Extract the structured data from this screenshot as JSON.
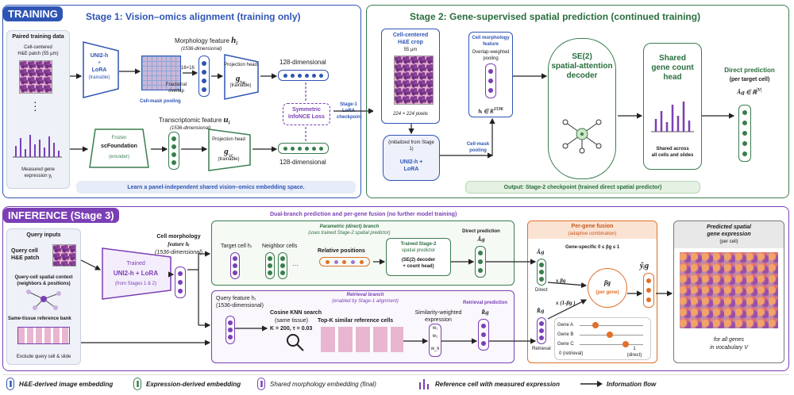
{
  "training": {
    "tag": "TRAINING",
    "stage1_title": "Stage 1: Vision–omics alignment (training only)",
    "paired_title": "Paired training data",
    "cell_patch": "Cell-centered",
    "cell_patch2": "H&E patch (55 μm)",
    "gene_expr": "Measured gene",
    "gene_expr2": "expression y",
    "gene_expr_sub": "i",
    "uni_label": "UNI2-h",
    "uni_plus": "+",
    "uni_lora": "LoRA",
    "uni_trainable": "(trainable)",
    "morph_feature": "Morphology feature",
    "morph_sym": "h",
    "morph_sub": "i",
    "morph_dim": "(1536-dimensional)",
    "grid_label": "16×16",
    "frac_overlap": "Fractional overlap",
    "cell_mask_pool": "Cell-mask pooling",
    "proj_head": "Projection head",
    "g_he": "g",
    "g_he_sub": "he",
    "proj_trainable": "(trainable)",
    "dim128_top": "128-dimensional",
    "dim128_bot": "128-dimensional",
    "loss1": "Symmetric",
    "loss2": "InfoNCE Loss",
    "transcript_feature": "Transcriptomic feature",
    "u_sym": "u",
    "u_sub": "i",
    "transcript_dim": "(1536-dimensional)",
    "frozen": "Frozen",
    "scfound": "scFoundation",
    "encoder": "(encoder)",
    "proj_head2": "Projection head",
    "g_sc": "g",
    "g_sc_sub": "sc",
    "proj_trainable2": "(trainable)",
    "footer": "Learn a panel-independent shared vision–omics embedding space.",
    "ckpt1": "Stage-1",
    "ckpt2": "LoRA",
    "ckpt3": "checkpoint"
  },
  "stage2": {
    "title": "Stage 2: Gene-supervised spatial prediction  (continued training)",
    "crop_title1": "Cell-centered",
    "crop_title2": "H&E crop",
    "crop_um": "55 μm",
    "crop_px": "224 × 224 pixels",
    "morph_feat1": "Cell morphology",
    "morph_feat2": "feature",
    "overlap1": "Overlap-weighted",
    "overlap2": "pooling",
    "h_dim": "hᵢ ∈ R",
    "h_dim_sup": "1536",
    "init": "(initialized from Stage 1)",
    "uni": "UNI2-h +",
    "lora": "LoRA",
    "mask_pool1": "Cell-mask",
    "mask_pool2": "pooling",
    "se2_1": "SE(2)",
    "se2_2": "spatial-attention",
    "se2_3": "decoder",
    "head1": "Shared",
    "head2": "gene count",
    "head3": "head",
    "shared1": "Shared across",
    "shared2": "all cells and slides",
    "direct1": "Direct prediction",
    "direct2": "(per target cell)",
    "direct_formula": "Âᵢg ∈ ℝ",
    "direct_sup": "|V|",
    "output": "Output: Stage-2 checkpoint (trained direct spatial predictor)"
  },
  "inference": {
    "tag": "INFERENCE (Stage 3)",
    "subtitle": "Dual-branch prediction and per-gene fusion (no further model training)",
    "query_inputs": "Query inputs",
    "query_cell1": "Query cell",
    "query_cell2": "H&E patch",
    "spatial1": "Query-cell spatial context",
    "spatial2": "(neighbors & positions)",
    "bank": "Same-tissue reference bank",
    "exclude": "Exclude query cell &  slide",
    "trained": "Trained",
    "uni_lora": "UNI2-h + LoRA",
    "from_stages": "(from Stages 1 & 2)",
    "cmf1": "Cell morphology",
    "cmf2": "feature hᵢ",
    "cmf3": "(1536-dimensional)",
    "param1": "Parametric (direct) branch",
    "param2": "(uses trained Stage-2 spatial predictor)",
    "target_cell": "Target cell hᵢ",
    "neighbor_cells": "Neighbor cells",
    "rel_pos": "Relative positions",
    "ts2_1": "Trained Stage-2",
    "ts2_2": "spatial predictor",
    "ts2_3": "(SE(2) decoder",
    "ts2_4": "+ count head)",
    "direct_pred": "Direct prediction",
    "direct_sym": "Âᵢg",
    "ret1": "Retrieval branch",
    "ret2": "(enabled by Stage-1 alignment)",
    "query_feat1": "Query feature hᵢ",
    "query_feat2": "(1536-dimensional)",
    "knn1": "Cosine KNN search",
    "knn2": "(same tissue)",
    "knn3": "K = 200, τ = 0.03",
    "topk": "Top-K similar reference cells",
    "sim1": "Similarity-weighted",
    "sim2": "expression",
    "w1": "w₁",
    "w2": "w₂",
    "wk": "w_k",
    "ret_pred": "Retrieval prediction",
    "ret_sym": "R̂ᵢg",
    "fusion1": "Per-gene fusion",
    "fusion2": "(adaptive combination)",
    "gene_spec": "Gene-specific    0 ≤ βg ≤ 1",
    "a_sym": "Âᵢg",
    "direct_lbl": "Direct",
    "x_beta": "x βg",
    "beta": "βg",
    "per_gene": "(per gene)",
    "x_1beta": "x (1-βg )",
    "r_sym": "R̂ᵢg",
    "retrieval_lbl": "Retrieval",
    "y_sym": "ŷᵢg",
    "gene_a": "Gene A",
    "gene_b": "Gene B",
    "gene_c": "Gene C",
    "scale0": "0 (retrieval)",
    "scale1": "1",
    "scale1b": "(direct)",
    "pred1": "Predicted spatial",
    "pred2": "gene expression",
    "pred3": "(per cell)",
    "all_genes1": "for all genes",
    "all_genes2": "in vocabulary V"
  },
  "legend": {
    "he_embed": "H&E-derived image embedding",
    "expr_embed": "Expression-derived embedding",
    "shared_embed": "Shared morphology embedding (final)",
    "ref_cell": "Reference cell with measured expression",
    "flow": "Information flow"
  },
  "colors": {
    "blue": "#2f55b4",
    "green": "#3a7d4f",
    "purple": "#7b3fb5",
    "orange": "#e0702a"
  }
}
